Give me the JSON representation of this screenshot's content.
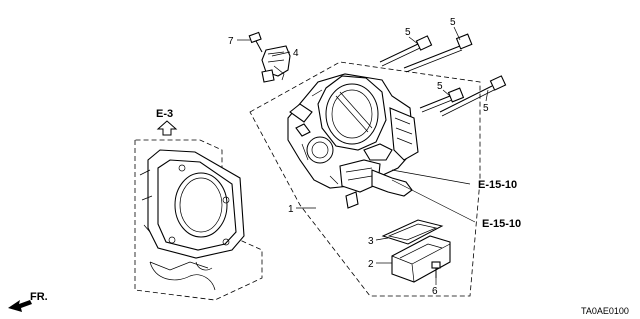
{
  "diagram": {
    "code": "TA0AE0100",
    "references": {
      "e3": "E-3",
      "e1510_upper": "E-15-10",
      "e1510_lower": "E-15-10"
    },
    "front_label": "FR.",
    "callouts": {
      "c1": "1",
      "c2": "2",
      "c3": "3",
      "c4": "4",
      "c5a": "5",
      "c5b": "5",
      "c5c": "5",
      "c5d": "5",
      "c6": "6",
      "c7": "7"
    }
  }
}
